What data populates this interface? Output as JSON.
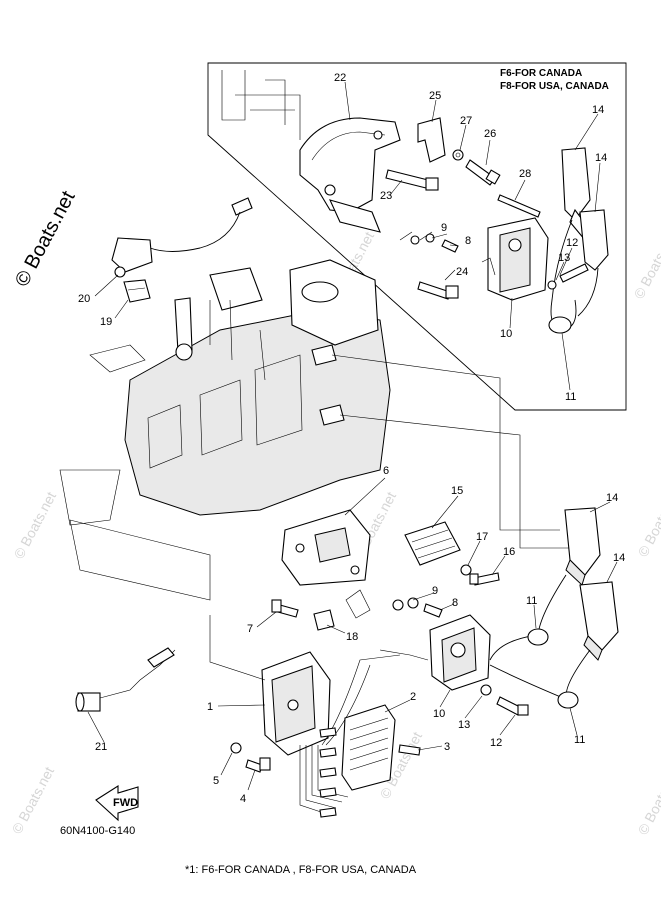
{
  "header": {
    "line1": "F6-FOR CANADA",
    "line2": "F8-FOR USA, CANADA"
  },
  "watermark": {
    "brand": "© Boats.net",
    "repeat": "© Boats.net"
  },
  "part_numbers": {
    "p1": "1",
    "p2": "2",
    "p3": "3",
    "p4": "4",
    "p5": "5",
    "p6": "6",
    "p7": "7",
    "p8a": "8",
    "p8b": "8",
    "p9a": "9",
    "p9b": "9",
    "p10a": "10",
    "p10b": "10",
    "p11a": "11",
    "p11b": "11",
    "p11c": "11",
    "p12a": "12",
    "p12b": "12",
    "p13a": "13",
    "p13b": "13",
    "p14a": "14",
    "p14b": "14",
    "p14c": "14",
    "p14d": "14",
    "p15": "15",
    "p16": "16",
    "p17": "17",
    "p18": "18",
    "p19": "19",
    "p20": "20",
    "p21": "21",
    "p22": "22",
    "p23": "23",
    "p24": "24",
    "p25": "25",
    "p26": "26",
    "p27": "27",
    "p28": "28"
  },
  "fwd_label": "FWD",
  "drawing_code": "60N4100-G140",
  "footnote": "*1: F6-FOR CANADA , F8-FOR USA, CANADA"
}
